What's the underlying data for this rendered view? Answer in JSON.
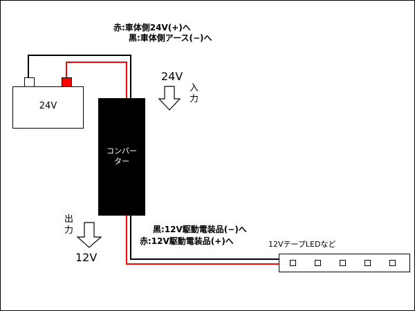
{
  "labels": {
    "red_vehicle_plus": "赤:車体側24V(+)へ",
    "black_vehicle_ground": "黒:車体側アース(−)へ",
    "input_voltage": "24V",
    "input_char1": "入",
    "input_char2": "力",
    "battery_voltage": "24V",
    "converter": "コンバー\nター",
    "output_char1": "出",
    "output_char2": "力",
    "output_voltage": "12V",
    "black_equipment_minus": "黒:12V駆動電装品(−)へ",
    "red_equipment_plus": "赤:12V駆動電装品(+)へ",
    "led_strip": "12VテープLEDなど"
  },
  "colors": {
    "positive_wire": "#ff0000",
    "negative_wire": "#000000",
    "converter_body": "#000000",
    "battery_plus_terminal": "#ff0000"
  },
  "led_chip_count": 5
}
